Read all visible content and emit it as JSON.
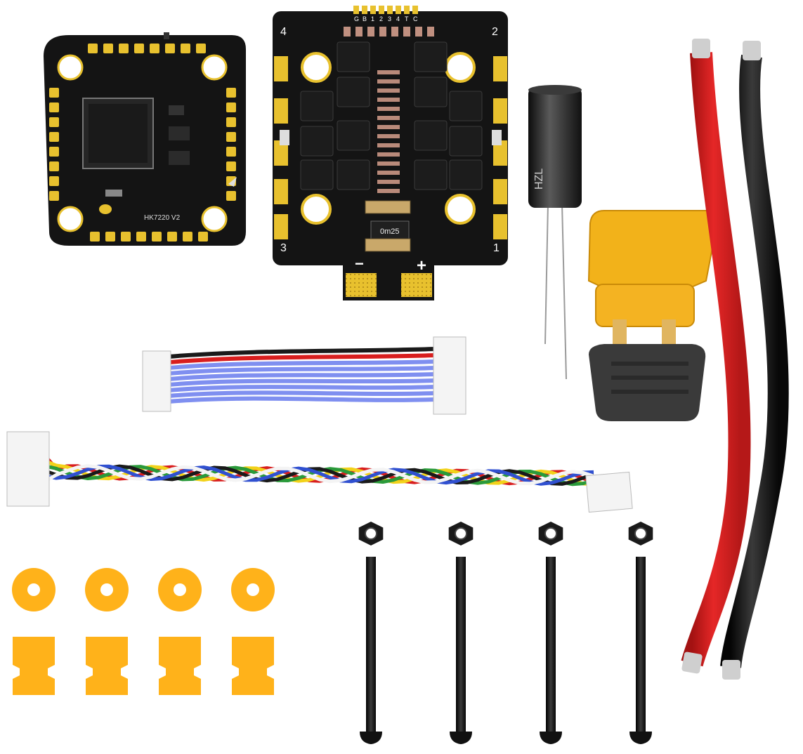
{
  "fc_board": {
    "model_label": "HK7220 V2"
  },
  "esc_board": {
    "header_pins": [
      "G",
      "B",
      "1",
      "2",
      "3",
      "4",
      "T",
      "C"
    ],
    "corner_numbers": [
      "4",
      "2",
      "3",
      "1"
    ],
    "shunt_label": "0m25",
    "minus_label": "−",
    "plus_label": "+"
  },
  "capacitor": {
    "label": "HZL"
  },
  "colors": {
    "pcb": "#141414",
    "gold_pad": "#e8c12e",
    "connector_yellow": "#f2b21a",
    "spacer_orange": "#ffb21a",
    "wire_red": "#d81e1e",
    "wire_black": "#1a1a1a",
    "ribbon_blue": "#7f8ff0"
  },
  "hardware_counts": {
    "spacer_rings": 4,
    "grommets": 4,
    "screws": 4,
    "nuts": 4
  }
}
